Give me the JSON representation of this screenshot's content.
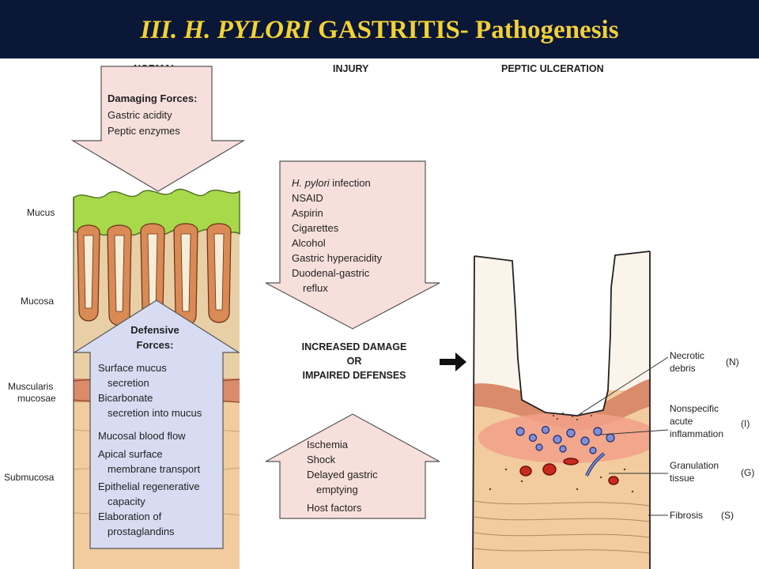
{
  "title": {
    "part1": "III. H. PYLORI",
    "part2": " GASTRITIS- ",
    "part3": "Pathogenesis"
  },
  "columns": {
    "normal": "NORMAL",
    "injury": "INJURY",
    "ulcer": "PEPTIC ULCERATION"
  },
  "layers": {
    "mucus": "Mucus",
    "mucosa": "Mucosa",
    "muscularis_1": "Muscularis",
    "muscularis_2": "mucosae",
    "submucosa": "Submucosa"
  },
  "damaging": {
    "heading": "Damaging Forces:",
    "items": [
      "Gastric acidity",
      "Peptic enzymes"
    ]
  },
  "defensive": {
    "heading_1": "Defensive",
    "heading_2": "Forces:",
    "lines": [
      "Surface mucus",
      "secretion",
      "Bicarbonate",
      "secretion into mucus",
      "Mucosal blood flow",
      "Apical surface",
      "membrane transport",
      "Epithelial regenerative",
      "capacity",
      "Elaboration of",
      "prostaglandins"
    ]
  },
  "injury_top": {
    "italic": "H. pylori",
    "first_rest": " infection",
    "lines": [
      "NSAID",
      "Aspirin",
      "Cigarettes",
      "Alcohol",
      "Gastric hyperacidity",
      "Duodenal-gastric",
      "reflux"
    ]
  },
  "result": {
    "line1": "INCREASED DAMAGE",
    "line2": "OR",
    "line3": "IMPAIRED DEFENSES"
  },
  "injury_bottom": {
    "lines": [
      "Ischemia",
      "Shock",
      "Delayed gastric",
      "emptying",
      "Host factors"
    ]
  },
  "ulcer_labels": {
    "necrotic_1": "Necrotic",
    "necrotic_2": "debris",
    "necrotic_code": "(N)",
    "inflam_1": "Nonspecific",
    "inflam_2": "acute",
    "inflam_3": "inflammation",
    "inflam_code": "(I)",
    "gran_1": "Granulation",
    "gran_2": "tissue",
    "gran_code": "(G)",
    "fibrosis": "Fibrosis",
    "fibrosis_code": "(S)"
  },
  "colors": {
    "title_bg": "#0b1736",
    "title_text": "#f2d235",
    "mucus": "#a8d94a",
    "mucosa": "#e8cfa5",
    "glands": "#d98a55",
    "muscularis": "#d98b6a",
    "submucosa": "#f2cc9e",
    "damaging_arrow": "#f7e0dc",
    "defensive_arrow": "#d7dcf2",
    "injury_arrow": "#f7e0dc",
    "inflammation": "#f2a08a"
  }
}
